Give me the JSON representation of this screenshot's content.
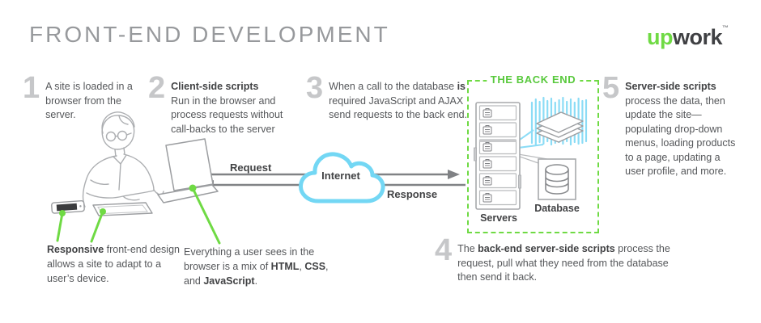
{
  "title": "FRONT-END DEVELOPMENT",
  "logo": {
    "up": "up",
    "work": "work",
    "tm": "™"
  },
  "colors": {
    "accent_green": "#6FDA44",
    "sketch_cyan": "#73D7F4",
    "text_dark": "#55575A",
    "bold_dark": "#414244",
    "number_gray": "#C6C7C9",
    "title_gray": "#97999C",
    "arrow_gray": "#808285"
  },
  "steps": {
    "s1": {
      "num": "1",
      "text": "A site is loaded in a browser from the server."
    },
    "s2": {
      "num": "2",
      "heading": "Client-side scripts",
      "text": "Run in the browser and process requests without call-backs to the server"
    },
    "s3": {
      "num": "3",
      "t1": "When a call to the database ",
      "b1": "is",
      "t2": " required JavaScript and AJAX send requests to the back end."
    },
    "s4": {
      "num": "4",
      "t1": "The ",
      "b1": "back-end server-side scripts",
      "t2": " process the request, pull what they need from the database then send it back."
    },
    "s5": {
      "num": "5",
      "heading": "Server-side scripts",
      "text": " process the data, then update the site—populating drop-down menus, loading products to a page, updating a user profile, and more."
    }
  },
  "notes": {
    "responsive": {
      "b1": "Responsive",
      "t1": " front-end design allows a site to adapt to a user’s device."
    },
    "everything": {
      "t1": "Everything a user sees in the browser is a mix of ",
      "b1": "HTML",
      "t2": ", ",
      "b2": "CSS",
      "t3": ", and ",
      "b3": "JavaScript",
      "t4": "."
    }
  },
  "flow": {
    "request": "Request",
    "response": "Response",
    "internet": "Internet"
  },
  "backend": {
    "label": "THE BACK END",
    "servers": "Servers",
    "database": "Database"
  }
}
